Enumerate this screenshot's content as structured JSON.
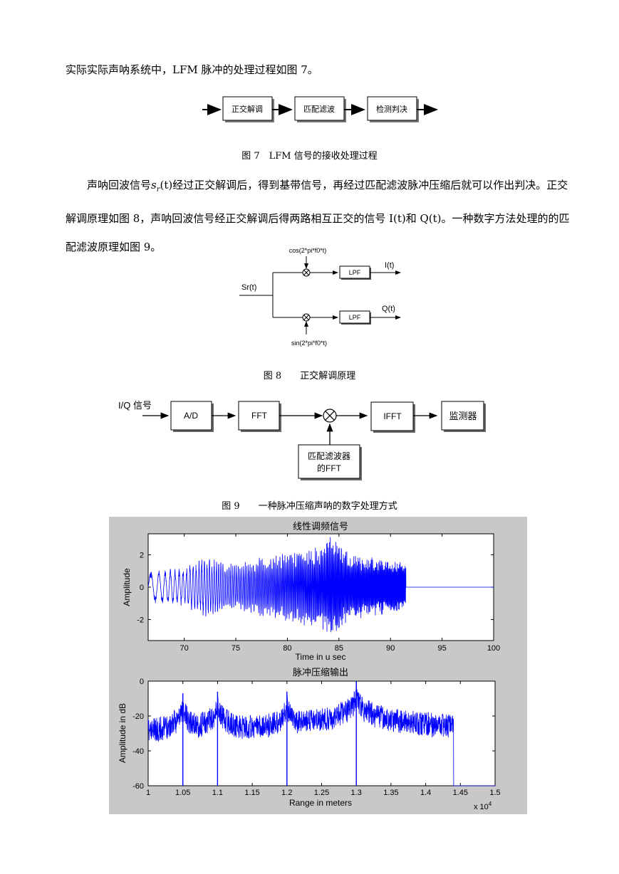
{
  "paragraph1": "实际实际声呐系统中，LFM 脉冲的处理过程如图 7。",
  "fig7": {
    "blocks": [
      "正交解调",
      "匹配滤波",
      "检测判决"
    ],
    "caption": "图 7　LFM 信号的接收处理过程"
  },
  "paragraph2": {
    "part1": "声呐回波信号",
    "symbol_base": "s",
    "symbol_sub": "r",
    "symbol_arg": "(t)",
    "part2": "经过正交解调后，得到基带信号，再经过匹配滤波脉冲压缩后就可以作出判决。正交解调原理如图 8，声呐回波信号经正交解调后得两路相互正交的信号 I(t)和 Q(t)。一种数字方法处理的的匹配滤波原理如图 9。"
  },
  "fig8": {
    "input": "Sr(t)",
    "cos_label": "cos(2*pi*f0*t)",
    "sin_label": "sin(2*pi*f0*t)",
    "lpf": "LPF",
    "out_i": "I(t)",
    "out_q": "Q(t)",
    "caption": "图 8　　正交解调原理"
  },
  "fig9": {
    "input": "I/Q 信号",
    "ad": "A/D",
    "fft": "FFT",
    "ifft": "IFFT",
    "monitor": "监测器",
    "mf_line1": "匹配滤波器",
    "mf_line2": "的FFT",
    "caption": "图 9　　一种脉冲压缩声呐的数字处理方式"
  },
  "chart_data": [
    {
      "type": "line",
      "title": "线性调频信号",
      "xlabel": "Time in u sec",
      "ylabel": "Amplitude",
      "xlim": [
        66.5,
        100
      ],
      "ylim": [
        -3.3,
        3.3
      ],
      "xticks": [
        70,
        75,
        80,
        85,
        90,
        95,
        100
      ],
      "yticks": [
        2,
        0,
        -2
      ],
      "series_color": "#0000ff",
      "signal_end": 91.5,
      "envelope": [
        {
          "x": 66.5,
          "amp": 1.0
        },
        {
          "x": 70,
          "amp": 1.2
        },
        {
          "x": 72,
          "amp": 1.9
        },
        {
          "x": 75,
          "amp": 1.4
        },
        {
          "x": 78,
          "amp": 2.0
        },
        {
          "x": 81.5,
          "amp": 2.4
        },
        {
          "x": 83,
          "amp": 2.5
        },
        {
          "x": 84.5,
          "amp": 3.3
        },
        {
          "x": 86,
          "amp": 2.0
        },
        {
          "x": 88,
          "amp": 1.9
        },
        {
          "x": 91.5,
          "amp": 1.5
        },
        {
          "x": 91.6,
          "amp": 0
        },
        {
          "x": 100,
          "amp": 0
        }
      ]
    },
    {
      "type": "line",
      "title": "脉冲压缩输出",
      "xlabel": "Range in meters",
      "ylabel": "Amplitude in dB",
      "xlim": [
        1.0,
        1.5
      ],
      "ylim": [
        -60,
        0
      ],
      "xticks": [
        1,
        1.05,
        1.1,
        1.15,
        1.2,
        1.25,
        1.3,
        1.35,
        1.4,
        1.45,
        1.5
      ],
      "yticks": [
        0,
        -20,
        -40,
        -60
      ],
      "x_multiplier": "x 10",
      "x_multiplier_exp": "4",
      "series_color": "#0000ff",
      "peaks": [
        {
          "x": 1.05,
          "value": -7
        },
        {
          "x": 1.1,
          "value": -6
        },
        {
          "x": 1.2,
          "value": -6
        },
        {
          "x": 1.3,
          "value": 0
        }
      ],
      "floor_end": 1.44
    }
  ]
}
